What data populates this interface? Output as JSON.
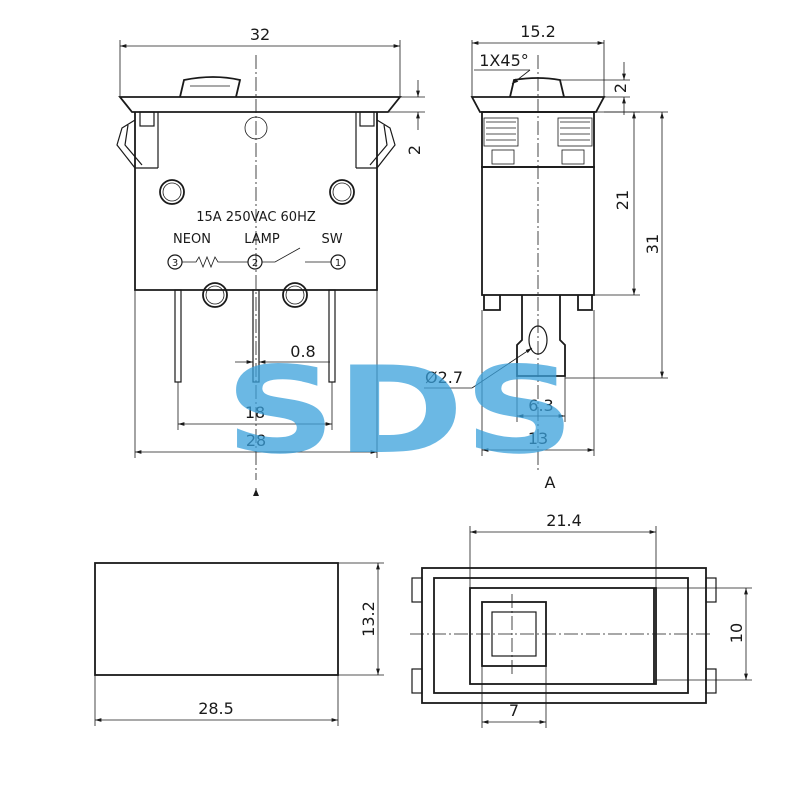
{
  "dimensions": {
    "front_width": "32",
    "front_pin_pitch": "18",
    "front_body": "28",
    "pin_thickness": "0.8",
    "side_width": "15.2",
    "chamfer": "1X45°",
    "flange": "2",
    "side_body": "21",
    "side_total": "31",
    "hole_dia": "Ø2.7",
    "terminal": "6.3",
    "side_base": "13",
    "front_clip": "2",
    "bottom_length": "28.5",
    "bottom_height": "13.2",
    "cutout_width": "21.4",
    "cutout_height": "10",
    "button_width": "7"
  },
  "labels": {
    "rating": "15A 250VAC 60HZ",
    "neon": "NEON",
    "lamp": "LAMP",
    "sw": "SW",
    "pin3": "3",
    "pin2": "2",
    "pin1": "1",
    "view_a": "A"
  },
  "watermark": {
    "text": "SDS",
    "color": "#3aa0db"
  }
}
